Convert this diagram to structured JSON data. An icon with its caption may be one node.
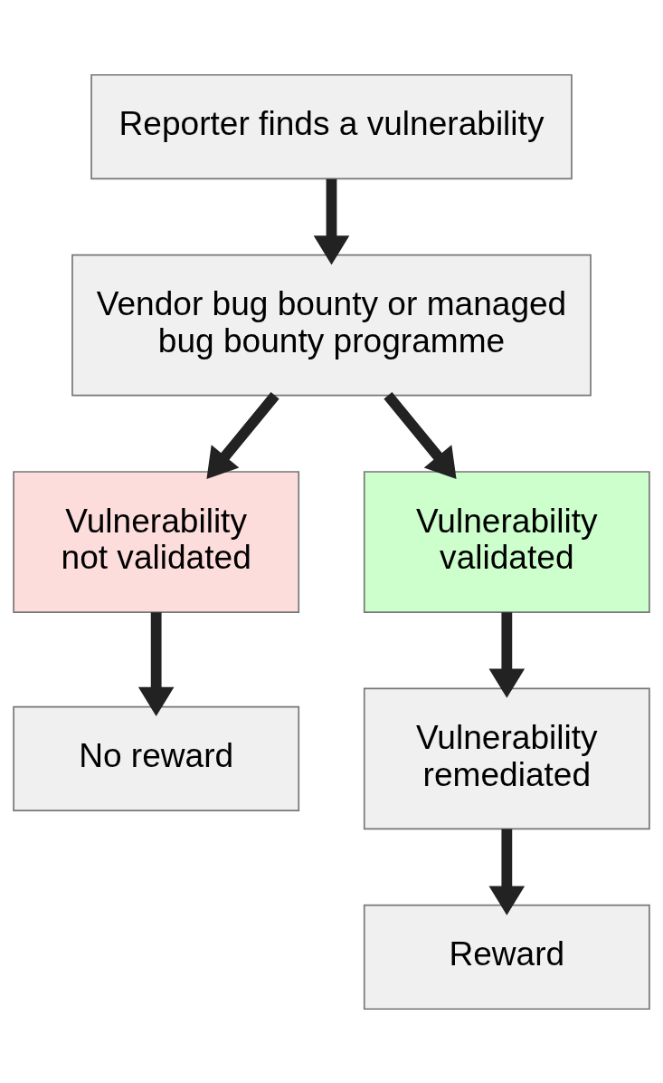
{
  "diagram": {
    "nodes": [
      {
        "text": [
          "Reporter finds a vulnerability"
        ]
      },
      {
        "text": [
          "Vendor bug bounty or managed bug bounty programme"
        ]
      },
      {
        "text": [
          "Vulnerability not validated"
        ]
      },
      {
        "text": [
          "Vulnerability validated"
        ]
      },
      {
        "text": [
          "No reward"
        ]
      },
      {
        "text": [
          "Vulnerability remediated"
        ]
      },
      {
        "text": [
          "Reward"
        ]
      }
    ],
    "edges": [
      {
        "from": 0,
        "to": 1,
        "arrow": "to"
      },
      {
        "from": 1,
        "to": 2,
        "arrow": "to"
      },
      {
        "from": 1,
        "to": 3,
        "arrow": "to"
      },
      {
        "from": 2,
        "to": 4,
        "arrow": "to"
      },
      {
        "from": 3,
        "to": 5,
        "arrow": "to"
      },
      {
        "from": 5,
        "to": 6,
        "arrow": "to"
      }
    ]
  }
}
